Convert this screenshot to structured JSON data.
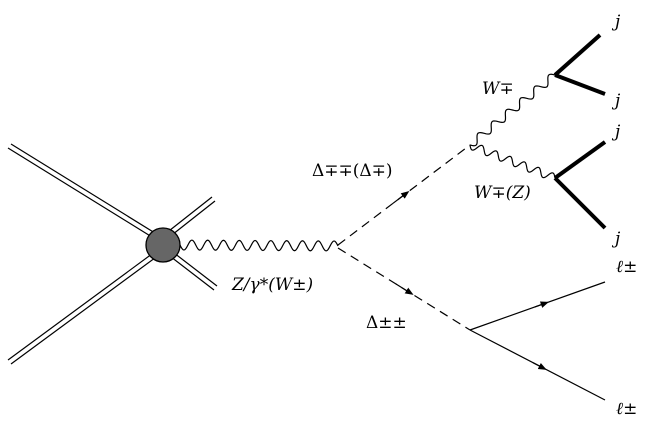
{
  "labels": {
    "z_gamma": "Z/γ*(W±)",
    "delta_upper": "Δ∓∓(Δ∓)",
    "delta_lower": "Δ±±",
    "w_upper": "W∓",
    "w_lower": "W∓(Z)",
    "jet_1": "j",
    "jet_2": "j",
    "jet_3": "j",
    "jet_4": "j",
    "lepton_1": "ℓ±",
    "lepton_2": "ℓ±"
  },
  "colors": {
    "line": "#000000",
    "vertex_fill": "#666666"
  }
}
